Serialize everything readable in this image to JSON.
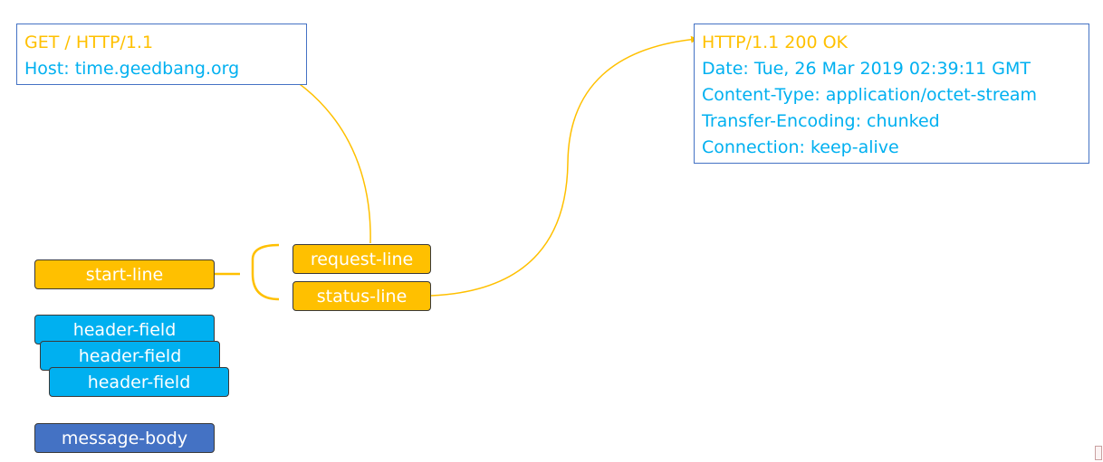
{
  "request_box": {
    "lines": [
      "GET / HTTP/1.1",
      "Host: time.geedbang.org"
    ]
  },
  "response_box": {
    "lines": [
      "HTTP/1.1 200 OK",
      "Date: Tue, 26 Mar 2019 02:39:11 GMT",
      "Content-Type: application/octet-stream",
      "Transfer-Encoding: chunked",
      "Connection: keep-alive"
    ]
  },
  "structure": {
    "start_line": "start-line",
    "request_line": "request-line",
    "status_line": "status-line",
    "header_fields": [
      "header-field",
      "header-field",
      "header-field"
    ],
    "message_body": "message-body"
  },
  "colors": {
    "accent": "#ffc000",
    "info": "#00b0f0",
    "body": "#4472c4",
    "box_border": "#4472c4"
  }
}
